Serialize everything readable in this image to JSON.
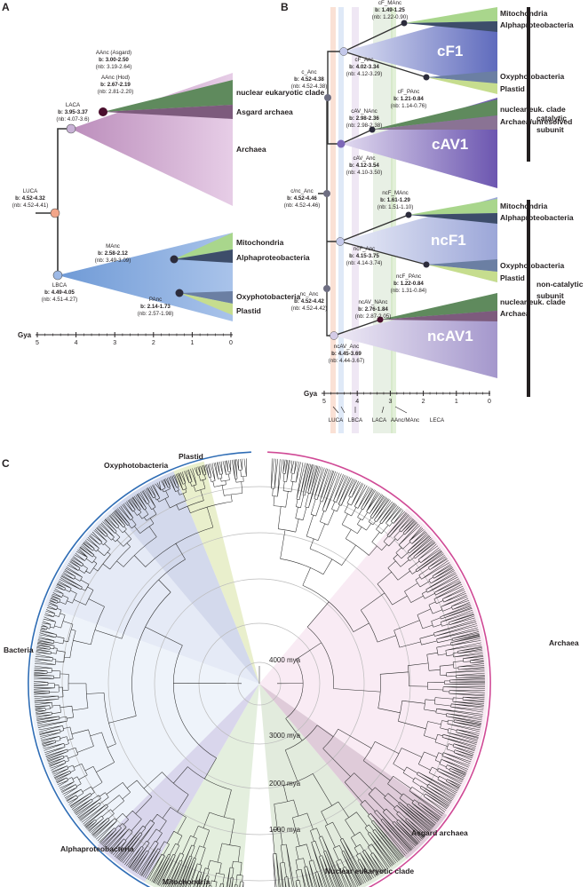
{
  "panels": {
    "a": "A",
    "b": "B",
    "c": "C"
  },
  "panelA": {
    "nodes": {
      "aanc_asgard": {
        "name": "AAnc (Asgard)",
        "b": "b: 3.00-2.50",
        "nb": "(nb: 3.19-2.64)"
      },
      "aanc_hod": {
        "name": "AAnc (Hod)",
        "b": "b: 2.67-2.19",
        "nb": "(nb: 2.81-2.20)"
      },
      "laca": {
        "name": "LACA",
        "b": "b: 3.95-3.37",
        "nb": "(nb: 4.07-3.6)"
      },
      "luca": {
        "name": "LUCA",
        "b": "b: 4.52-4.32",
        "nb": "(nb: 4.52-4.41)"
      },
      "manc": {
        "name": "MAnc",
        "b": "b: 2.58-2.12",
        "nb": "(nb: 3.49-3.09)"
      },
      "lbca": {
        "name": "LBCA",
        "b": "b: 4.49-4.05",
        "nb": "(nb: 4.51-4.27)"
      },
      "panc": {
        "name": "PAnc",
        "b": "b: 2.14-1.73",
        "nb": "(nb: 2.57-1.98)"
      }
    },
    "clades": [
      "nuclear eukaryotic clade",
      "Asgard archaea",
      "Archaea",
      "Mitochondria",
      "Alphaproteobacteria",
      "Oxyphotobacteria",
      "Plastid"
    ],
    "axis": {
      "label": "Gya",
      "ticks": [
        "5",
        "4",
        "3",
        "2",
        "1",
        "0"
      ]
    }
  },
  "panelB": {
    "nodes": {
      "cf_manc": {
        "name": "cF_MAnc",
        "b": "b: 1.49-1.25",
        "nb": "(nb: 1.22-0.90)"
      },
      "cf_anc": {
        "name": "cF_Anc",
        "b": "b: 4.02-3.34",
        "nb": "(nb: 4.12-3.29)"
      },
      "c_anc": {
        "name": "c_Anc",
        "b": "b: 4.52-4.38",
        "nb": "(nb: 4.52-4.38)"
      },
      "cf_panc": {
        "name": "cF_PAnc",
        "b": "b: 1.21-0.84",
        "nb": "(nb: 1.14-0.76)"
      },
      "cav_nanc": {
        "name": "cAV_NAnc",
        "b": "b: 2.98-2.36",
        "nb": "(nb: 2.98-2.38)"
      },
      "cav_anc": {
        "name": "cAV_Anc",
        "b": "b: 4.12-3.54",
        "nb": "(nb: 4.10-3.50)"
      },
      "cnc_anc": {
        "name": "c/nc_Anc",
        "b": "b: 4.52-4.46",
        "nb": "(nb: 4.52-4.46)"
      },
      "ncf_manc": {
        "name": "ncF_MAnc",
        "b": "b: 1.61-1.29",
        "nb": "(nb: 1.51-1.10)"
      },
      "ncf_anc": {
        "name": "ncF_Anc",
        "b": "b: 4.15-3.75",
        "nb": "(nb: 4.14-3.74)"
      },
      "ncf_panc": {
        "name": "ncF_PAnc",
        "b": "b: 1.22-0.84",
        "nb": "(nb: 1.31-0.84)"
      },
      "nc_anc": {
        "name": "nc_Anc",
        "b": "b: 4.52-4.42",
        "nb": "(nb: 4.52-4.42)"
      },
      "ncav_nanc": {
        "name": "ncAV_NAnc",
        "b": "b: 2.76-1.84",
        "nb": "(nb: 2.87-2.05)"
      },
      "ncav_anc": {
        "name": "ncAV_Anc",
        "b": "b: 4.45-3.69",
        "nb": "(nb: 4.44-3.67)"
      }
    },
    "subtrees": [
      "cF1",
      "cAV1",
      "ncF1",
      "ncAV1"
    ],
    "clades": {
      "cf1_top": [
        "Mitochondria",
        "Alphaproteobacteria"
      ],
      "cf1_bottom": [
        "Oxyphotobacteria",
        "Plastid"
      ],
      "cav1": [
        "nuclear euk. clade",
        "Archaea/unresolved"
      ],
      "ncf1_top": [
        "Mitochondria",
        "Alphaproteobacteria"
      ],
      "ncf1_bottom": [
        "Oxyphotobacteria",
        "Plastid"
      ],
      "ncav1": [
        "nuclear euk. clade",
        "Archaea"
      ]
    },
    "subunits": {
      "catalytic": [
        "catalytic",
        "subunit"
      ],
      "noncatalytic": [
        "non-catalytic",
        "subunit"
      ]
    },
    "axis": {
      "label": "Gya",
      "ticks": [
        "5",
        "4",
        "3",
        "2",
        "1",
        "0"
      ]
    },
    "events": [
      "LUCA",
      "LBCA",
      "LACA",
      "AAnc/MAnc",
      "LECA"
    ]
  },
  "panelC": {
    "groups": [
      "Plastid",
      "Oxyphotobacteria",
      "Bacteria",
      "Archaea",
      "Alphaproteobacteria",
      "Mitochondria",
      "Asgard archaea",
      "Nuclear eukaryotic clade"
    ],
    "rings": [
      "4000 mya",
      "3000 mya",
      "2000 mya",
      "1000 mya"
    ]
  },
  "colors": {
    "archaea": "#c99bc9",
    "bacteria": "#8fb0dd",
    "eukaryote": "#5f8a5d",
    "asgard": "#7d5b7d",
    "mito": "#a9d68c",
    "alpha": "#3d4d6a",
    "oxy": "#6b7fa3",
    "plastid": "#c6dd8e",
    "cf1": "#6f78c0",
    "cav1": "#7d67b7",
    "luca": "#f2a589",
    "lbca": "#9db9e6",
    "laca": "#c8b2d6",
    "node_dark": "#2c2c3c",
    "node_grey": "#6e6e82",
    "leca": "#4a0f2e",
    "bacteria_arc": "#2f6db5",
    "archaea_arc": "#d04a96"
  }
}
